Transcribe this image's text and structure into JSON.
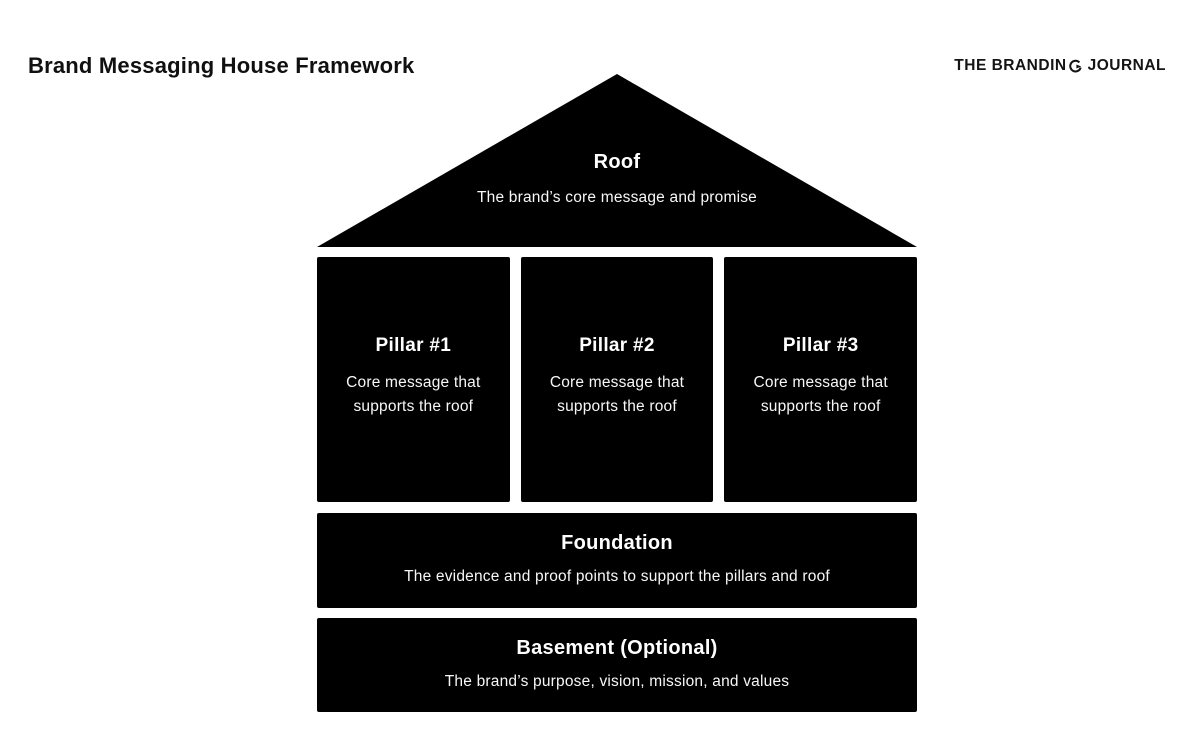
{
  "page": {
    "background": "#ffffff",
    "block_color": "#000000",
    "block_text_color": "#ffffff",
    "heading_color": "#101010"
  },
  "header": {
    "title": "Brand Messaging House Framework",
    "logo": {
      "text_left": "THE BRANDIN",
      "g_icon": "g-arrow-icon",
      "text_right": "JOURNAL"
    }
  },
  "house": {
    "roof": {
      "title": "Roof",
      "subtitle": "The brand’s core message and promise"
    },
    "pillars": [
      {
        "title": "Pillar #1",
        "subtitle": "Core message that supports the roof"
      },
      {
        "title": "Pillar #2",
        "subtitle": "Core message that supports the roof"
      },
      {
        "title": "Pillar #3",
        "subtitle": "Core message that supports the roof"
      }
    ],
    "foundation": {
      "title": "Foundation",
      "subtitle": "The evidence and proof points to support the pillars and roof"
    },
    "basement": {
      "title": "Basement (Optional)",
      "subtitle": "The brand’s purpose, vision, mission, and values"
    }
  }
}
